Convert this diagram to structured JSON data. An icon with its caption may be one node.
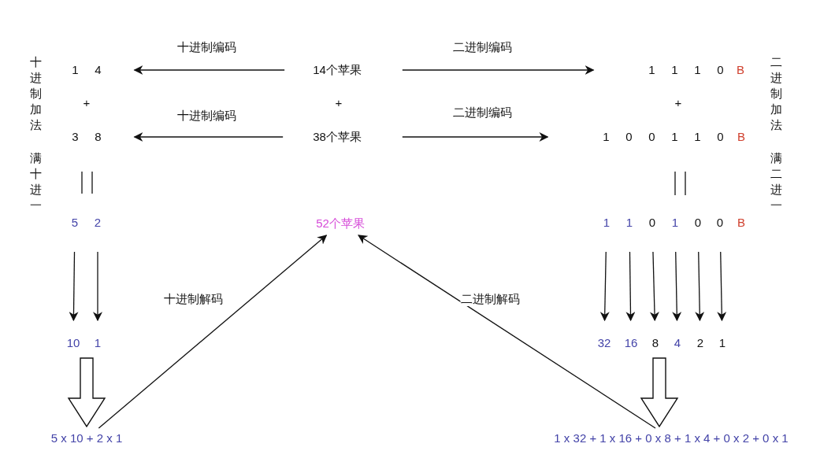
{
  "diagram": {
    "nodes": [
      {
        "text": [
          "14个苹果"
        ]
      },
      {
        "text": [
          "38个苹果"
        ]
      },
      {
        "text": [
          "52个苹果"
        ]
      },
      {
        "text": [
          "1 4"
        ]
      },
      {
        "text": [
          "3 8"
        ]
      },
      {
        "text": [
          "5"
        ]
      },
      {
        "text": [
          "2"
        ]
      },
      {
        "text": [
          "10"
        ]
      },
      {
        "text": [
          "1"
        ]
      },
      {
        "text": [
          "5 x 10 + 2 x 1"
        ]
      },
      {
        "text": [
          "1 1 1 0"
        ]
      },
      {
        "text": [
          "1 0 0 1 1 0"
        ]
      },
      {
        "text": [
          "1"
        ]
      },
      {
        "text": [
          "1"
        ]
      },
      {
        "text": [
          "0"
        ]
      },
      {
        "text": [
          "1"
        ]
      },
      {
        "text": [
          "0"
        ]
      },
      {
        "text": [
          "0"
        ]
      },
      {
        "text": [
          "32"
        ]
      },
      {
        "text": [
          "16"
        ]
      },
      {
        "text": [
          "8"
        ]
      },
      {
        "text": [
          "4"
        ]
      },
      {
        "text": [
          "2"
        ]
      },
      {
        "text": [
          "1"
        ]
      },
      {
        "text": [
          "1 x 32 + 1 x 16 + 0 x 8 + 1 x 4 + 0 x 2 + 0 x 1"
        ]
      }
    ],
    "edges": [
      {
        "from": 0,
        "to": 3,
        "arrow": "to",
        "label": "十进制编码"
      },
      {
        "from": 0,
        "to": 10,
        "arrow": "to",
        "label": "二进制编码"
      },
      {
        "from": 1,
        "to": 4,
        "arrow": "to",
        "label": "十进制编码"
      },
      {
        "from": 1,
        "to": 11,
        "arrow": "to",
        "label": "二进制编码"
      },
      {
        "from": 5,
        "to": 7,
        "arrow": "to"
      },
      {
        "from": 6,
        "to": 8,
        "arrow": "to"
      },
      {
        "from": 12,
        "to": 18,
        "arrow": "to"
      },
      {
        "from": 13,
        "to": 19,
        "arrow": "to"
      },
      {
        "from": 14,
        "to": 20,
        "arrow": "to"
      },
      {
        "from": 15,
        "to": 21,
        "arrow": "to"
      },
      {
        "from": 16,
        "to": 22,
        "arrow": "to"
      },
      {
        "from": 17,
        "to": 23,
        "arrow": "to"
      },
      {
        "from": 7,
        "to": 9,
        "arrow": "to",
        "style": "thick"
      },
      {
        "from": 20,
        "to": 24,
        "arrow": "to",
        "style": "thick"
      },
      {
        "from": 9,
        "to": 2,
        "arrow": "to",
        "label": "十进制解码"
      },
      {
        "from": 24,
        "to": 2,
        "arrow": "to",
        "label": "二进制解码"
      }
    ],
    "labels": [
      "十进制加法",
      "B",
      "二进制加法",
      "+",
      "+",
      "+",
      "B",
      "满十进一",
      "满二进一",
      "B"
    ]
  }
}
